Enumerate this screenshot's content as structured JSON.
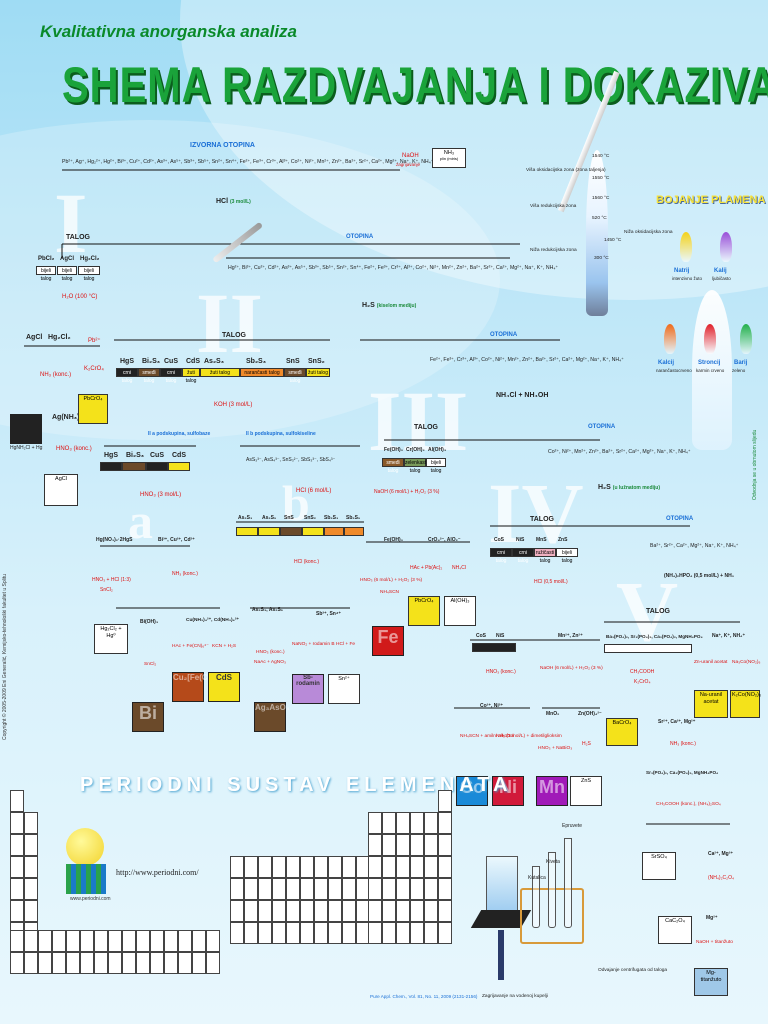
{
  "header": {
    "subtitle": "Kvalitativna anorganska analiza",
    "title": "SHEMA RAZDVAJANJA I DOKAZIVANJE KATIONA"
  },
  "groups": [
    "I",
    "II",
    "III",
    "IV",
    "V"
  ],
  "sub_groups": [
    "a",
    "b"
  ],
  "scheme": {
    "source_label": "IZVORNA OTOPINA",
    "source_ions": "Pb²⁺, Ag⁺, Hg₂²⁺, Hg²⁺, Bi³⁺, Cu²⁺, Cd²⁺, As³⁺, As⁵⁺, Sb³⁺, Sb⁵⁺, Sn²⁺, Sn⁴⁺, Fe²⁺, Fe³⁺, Cr³⁺, Al³⁺, Co²⁺, Ni²⁺, Mn²⁺, Zn²⁺, Ba²⁺, Sr²⁺, Ca²⁺, Mg²⁺, Na⁺, K⁺, NH₄⁺",
    "naoh_reagent": "NaOH",
    "naoh_note": "zagrijavanje",
    "nh3_box": "NH₃",
    "nh3_box_note": "plin (miris)",
    "hcl_reagent": "HCl",
    "hcl_conc": "(3 mol/L)",
    "talog": "TALOG",
    "otopina": "OTOPINA",
    "g1_precip": [
      "PbCl₂",
      "AgCl",
      "Hg₂Cl₂"
    ],
    "g1_precip_desc": [
      "bijeli talog",
      "bijeli talog",
      "bijeli talog"
    ],
    "g1_hot_water": "H₂O (100 °C)",
    "g1_agcl": "AgCl",
    "g1_hg2cl2": "Hg₂Cl₂",
    "g1_pb": "Pb²⁺",
    "g1_k2cro4": "K₂CrO₄",
    "g1_nh3": "NH₃ (konc.)",
    "g1_hg": "HgNH₂Cl + Hg",
    "g1_agnh3": "Ag(NH₃)₂⁺",
    "g1_hno3": "HNO₃ (konc.)",
    "g1_agcl_final": "AgCl",
    "g1_pbcro4": "PbCrO₄",
    "otopina2_ions": "Hg²⁺, Bi³⁺, Cu²⁺, Cd²⁺, As³⁺, As⁵⁺, Sb³⁺, Sb⁵⁺, Sn²⁺, Sn⁴⁺, Fe²⁺, Fe³⁺, Cr³⁺, Al³⁺, Co²⁺, Ni²⁺, Mn²⁺, Zn²⁺, Ba²⁺, Sr²⁺, Ca²⁺, Mg²⁺, Na⁺, K⁺, NH₄⁺",
    "h2s_reagent": "H₂S",
    "h2s_note": "(kiselom mediju)",
    "g2_precip": [
      "HgS",
      "Bi₂S₃",
      "CuS",
      "CdS",
      "As₂S₃",
      "Sb₂S₃",
      "SnS",
      "SnS₂"
    ],
    "g2_precip_desc": [
      "crni talog",
      "smeđi talog",
      "crni talog",
      "žuti talog",
      "žuti talog",
      "narančasti talog",
      "smeđi talog",
      "žuti talog"
    ],
    "koh": "KOH (3 mol/L)",
    "g2a_label": "II a podskupina, sulfobaze",
    "g2b_label": "II b podskupina, sulfokiseline",
    "g2a_precip": [
      "HgS",
      "Bi₂S₃",
      "CuS",
      "CdS"
    ],
    "g2b_ions": "AsS₃³⁻, AsS₄³⁻, SnS₃²⁻, SbS₃³⁻, SbS₄³⁻",
    "hno3_3": "HNO₃ (3 mol/L)",
    "hcl_6": "HCl (6 mol/L)",
    "hgno3_hgs": "Hg(NO₃)₂·2HgS",
    "bi_cu_cd": "Bi³⁺, Cu²⁺, Cd²⁺",
    "g2b_precip": [
      "As₂S₃",
      "As₂S₅",
      "SnS",
      "SnS₂",
      "Sb₂S₃",
      "Sb₂S₅"
    ],
    "hno3_hcl": "HNO₃ + HCl (1:3)",
    "sncl2": "SnCl₂",
    "nh3_konc": "NH₃ (konc.)",
    "hcl_konc": "HCl (konc.)",
    "hg2cl2_hg": "Hg₂Cl₂ + Hg⁰",
    "bioh3": "Bi(OH)₃",
    "cunh3_cdnh3": "Cu(NH₃)₄²⁺, Cd(NH₃)₄²⁺",
    "as2s3_as2s5": "As₂S₃, As₂S₅",
    "sb_sn": "Sb³⁺, Sn⁴⁺",
    "hac_fecn": "HAc + Fe(CN)₆⁴⁻",
    "kcn_h2s": "KCN + H₂S",
    "hno3_konc": "HNO₃ (konc.)",
    "naac_agno3": "NaAc + AgNO₃",
    "nano2_rodamin": "NaNO₂ + rodamin B",
    "hcl_fe": "HCl + Fe",
    "sncl2_b": "SnCl₂",
    "bi_final": "Bi",
    "cu2fecn6": "Cu₂[Fe(CN)₆]",
    "cds": "CdS",
    "ag3aso4": "Ag₃AsO₄",
    "sb_rod": "Sb-rodamin",
    "sn_hgcl2": "Sn²⁺",
    "otopina3_ions": "Fe²⁺, Fe³⁺, Cr³⁺, Al³⁺, Co²⁺, Ni²⁺, Mn²⁺, Zn²⁺, Ba²⁺, Sr²⁺, Ca²⁺, Mg²⁺, Na⁺, K⁺, NH₄⁺",
    "nh4cl_nh4oh": "NH₄Cl + NH₄OH",
    "g3_precip": [
      "Fe(OH)₃",
      "Cr(OH)₃",
      "Al(OH)₃"
    ],
    "g3_desc": [
      "smeđi talog",
      "zelenkasti talog",
      "bijeli talog"
    ],
    "naoh_h2o2": "NaOH (6 mol/L) + H₂O₂ (3 %)",
    "feoh3": "Fe(OH)₃",
    "cro4_alo2": "CrO₄²⁻, AlO₂⁻",
    "hac_pbac2": "HAc + Pb(Ac)₂",
    "nh4cl": "NH₄Cl",
    "hno3_h2o2": "HNO₃ (6 mol/L) + H₂O₂ (3 %)",
    "nh4scn": "NH₄SCN",
    "fe_final": "Fe",
    "pbcro4": "PbCrO₄",
    "aloh3": "Al(OH)₃",
    "otopina4_ions": "Co²⁺, Ni²⁺, Mn²⁺, Zn²⁺, Ba²⁺, Sr²⁺, Ca²⁺, Mg²⁺, Na⁺, K⁺, NH₄⁺",
    "h2s_lu": "H₂S",
    "h2s_lu_note": "(u lužnatom mediju)",
    "g4_precip": [
      "CoS",
      "NiS",
      "MnS",
      "ZnS"
    ],
    "g4_desc": [
      "crni talog",
      "crni talog",
      "ružičasti talog",
      "bijeli talog"
    ],
    "hcl_05": "HCl (0,5 mol/L)",
    "cos_nis": [
      "CoS",
      "NiS"
    ],
    "mn_zn": "Mn²⁺, Zn²⁺",
    "naoh_h2o2_b": "NaOH (6 mol/L) + H₂O₂ (3 %)",
    "co_ni": "Co²⁺, Ni²⁺",
    "mno2": "MnO₂",
    "znoh4": "Zn(OH)₄²⁻",
    "nh4scn_b": "NH₄SCN + amilni alkohol",
    "nh3_dmg": "NH₃ (3 mol/L) + dimetilglioksim",
    "hno3_nabio3": "HNO₃ + NaBiO₃",
    "h2s_b": "H₂S",
    "co_final": "Co",
    "ni_final": "Ni",
    "mn_final": "Mn",
    "zns": "ZnS",
    "otopina5_ions": "Ba²⁺, Sr²⁺, Ca²⁺, Mg²⁺, Na⁺, K⁺, NH₄⁺",
    "nh4_2hpo4": "(NH₄)₂HPO₄ (0,5 mol/L) + NH₃",
    "g5_precip": "Ba₃(PO₄)₂, Sr₃(PO₄)₂, Ca₃(PO₄)₂, MgNH₄PO₄",
    "na_k_nh4": "Na⁺, K⁺, NH₄⁺",
    "ch3cooh": "CH₃COOH",
    "k2cro4_b": "K₂CrO₄",
    "zn_uranil": "Zn-uranil acetat",
    "na3cofeno2": "Na₃Co(NO₂)₆",
    "bacro4": "BaCrO₄",
    "sr_ca_mg": "Sr²⁺, Ca²⁺, Mg²⁺",
    "nh3_konc_b": "NH₃ (konc.)",
    "sr_ca_mg_po4": "Sr₃(PO₄)₂, Ca₃(PO₄)₂, MgNH₄PO₄",
    "ch3cooh_nh42so4": "CH₃COOH (konc.), (NH₄)₂SO₄",
    "srso4": "SrSO₄",
    "ca_mg": "Ca²⁺, Mg²⁺",
    "nh42c2o4": "(NH₄)₂C₂O₄",
    "cac2o4": "CaC₂O₄",
    "mg": "Mg²⁺",
    "naoh_titan": "NaOH + titanžuto",
    "mg_final": "Mg-titanžuto",
    "na_final": "Na-uranil acetat",
    "k_final": "K₂Co(NO₂)₆"
  },
  "flame": {
    "title": "BOJANJE PLAMENA",
    "zones": [
      "Viša oksidacijska zona (zona taljenja)",
      "Viša redukcijska zona",
      "Niža redukcijska zona",
      "Niža oksidacijska zona"
    ],
    "temps": [
      "1540 °C",
      "1550 °C",
      "1560 °C",
      "520 °C",
      "1450 °C",
      "300 °C"
    ],
    "elements": [
      {
        "name": "Natrij",
        "color": "intenzivno žuto",
        "hex": "#f4d21a"
      },
      {
        "name": "Kalij",
        "color": "ljubičasto",
        "hex": "#9a4fd8"
      },
      {
        "name": "Kalcij",
        "color": "narančastocrveno",
        "hex": "#f06a1a"
      },
      {
        "name": "Stroncij",
        "color": "karmin crveno",
        "hex": "#e0202a"
      },
      {
        "name": "Barij",
        "color": "zeleno",
        "hex": "#22b04a"
      }
    ]
  },
  "periodic": {
    "title": "PERIODNI SUSTAV ELEMENATA",
    "url": "http://www.periodni.com/",
    "logo_text": "www.periodni.com",
    "citation": "Pure Appl. Chem., Vol. 81, No. 11, 2009 (2131-2156)"
  },
  "lab": {
    "epruvete": "Epruvete",
    "kiveta": "Kiveta",
    "kutalica": "Kutalica",
    "zagrijavanje": "Zagrijavanje na vodenoj kupelji",
    "odvajanje": "Odvajanje centrifugata od taloga"
  },
  "side_text": {
    "left": "Copyright © 2005-2009 Eni Generalić, Kemijsko-tehnološki fakultet u Splitu",
    "right": "Odvodnja se u obrnutom slijedu"
  }
}
